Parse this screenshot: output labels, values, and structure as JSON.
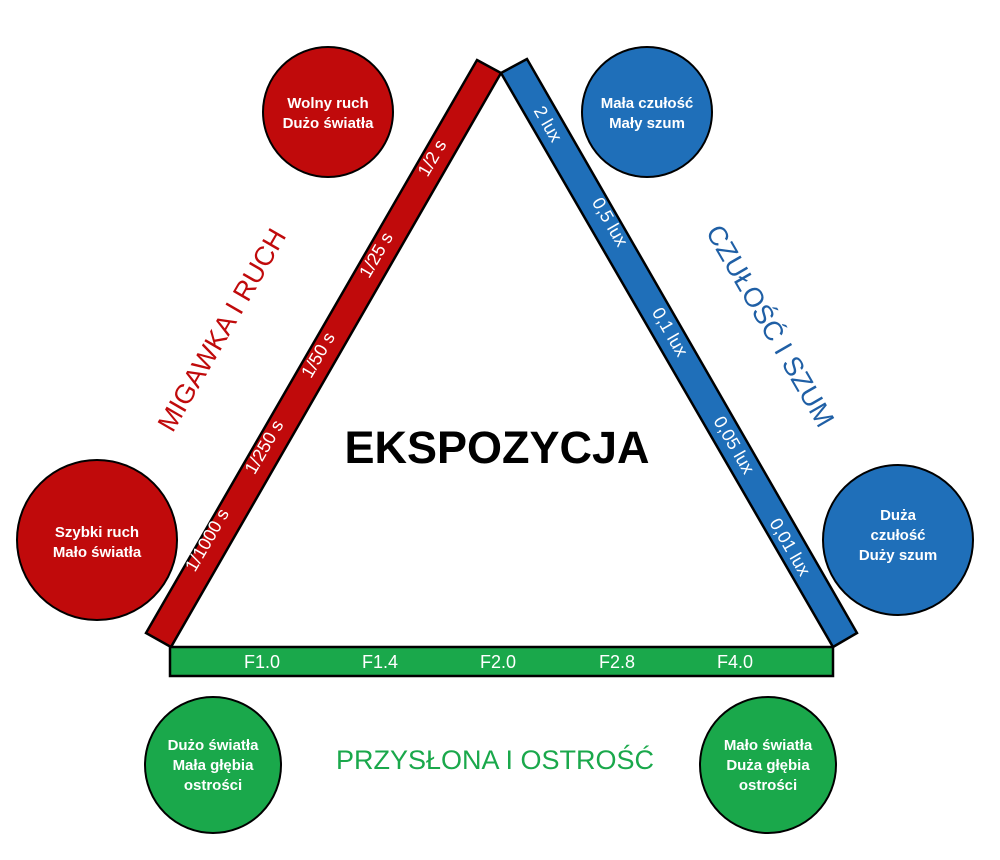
{
  "title": "EKSPOZYCJA",
  "colors": {
    "shutter": "#c00a0b",
    "iso": "#1f6fb9",
    "aperture": "#1aa84b"
  },
  "shutter": {
    "title": "MIGAWKA I RUCH",
    "scale": [
      "1/1000 s",
      "1/250 s",
      "1/50 s",
      "1/25 s",
      "1/2 s"
    ],
    "circle_fast": [
      "Szybki ruch",
      "Mało światła"
    ],
    "circle_slow": [
      "Wolny ruch",
      "Dużo światła"
    ]
  },
  "iso": {
    "title": "CZUŁOŚĆ I SZUM",
    "scale": [
      "2 lux",
      "0,5 lux",
      "0,1 lux",
      "0,05 lux",
      "0,01 lux"
    ],
    "circle_low": [
      "Mała czułość",
      "Mały szum"
    ],
    "circle_high": [
      "Duża",
      "czułość",
      "Duży szum"
    ]
  },
  "aperture": {
    "title": "PRZYSŁONA I OSTROŚĆ",
    "scale": [
      "F1.0",
      "F1.4",
      "F2.0",
      "F2.8",
      "F4.0"
    ],
    "circle_wide": [
      "Dużo światła",
      "Mała głębia",
      "ostrości"
    ],
    "circle_narrow": [
      "Mało światła",
      "Duża głębia",
      "ostrości"
    ]
  }
}
